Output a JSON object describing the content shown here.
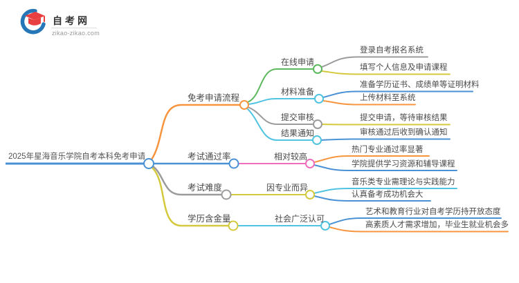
{
  "logo": {
    "title": "自考网",
    "domain": "zikao-zikao.com"
  },
  "colors": {
    "blue": "#4a90d5",
    "orange": "#f7943e",
    "green": "#5cb85c",
    "cyan": "#4fc3e0",
    "gray": "#9b9b9b",
    "yellow": "#d4c93c",
    "pink": "#f06dbd",
    "text": "#4a4a4a",
    "logo_red": "#e84040",
    "logo_blue": "#2577b8"
  },
  "mindmap": {
    "root": "2025年星海音乐学院自考本科免考申请",
    "branches": [
      {
        "label": "免考申请流程",
        "children": [
          {
            "label": "在线申请",
            "children": [
              {
                "label": "登录自考报名系统"
              },
              {
                "label": "填写个人信息及申请课程"
              }
            ]
          },
          {
            "label": "材料准备",
            "children": [
              {
                "label": "准备学历证书、成绩单等证明材料"
              },
              {
                "label": "上传材料至系统"
              }
            ]
          },
          {
            "label": "提交审核",
            "children": [
              {
                "label": "提交申请，等待审核结果"
              }
            ]
          },
          {
            "label": "结果通知",
            "children": [
              {
                "label": "审核通过后收到确认通知"
              }
            ]
          }
        ]
      },
      {
        "label": "考试通过率",
        "children": [
          {
            "label": "相对较高",
            "children": [
              {
                "label": "热门专业通过率显著"
              },
              {
                "label": "学院提供学习资源和辅导课程"
              }
            ]
          }
        ]
      },
      {
        "label": "考试难度",
        "children": [
          {
            "label": "因专业而异",
            "children": [
              {
                "label": "音乐类专业需理论与实践能力"
              },
              {
                "label": "认真备考成功机会大"
              }
            ]
          }
        ]
      },
      {
        "label": "学历含金量",
        "children": [
          {
            "label": "社会广泛认可",
            "children": [
              {
                "label": "艺术和教育行业对自考学历持开放态度"
              },
              {
                "label": "高素质人才需求增加，毕业生就业机会多"
              }
            ]
          }
        ]
      }
    ]
  }
}
